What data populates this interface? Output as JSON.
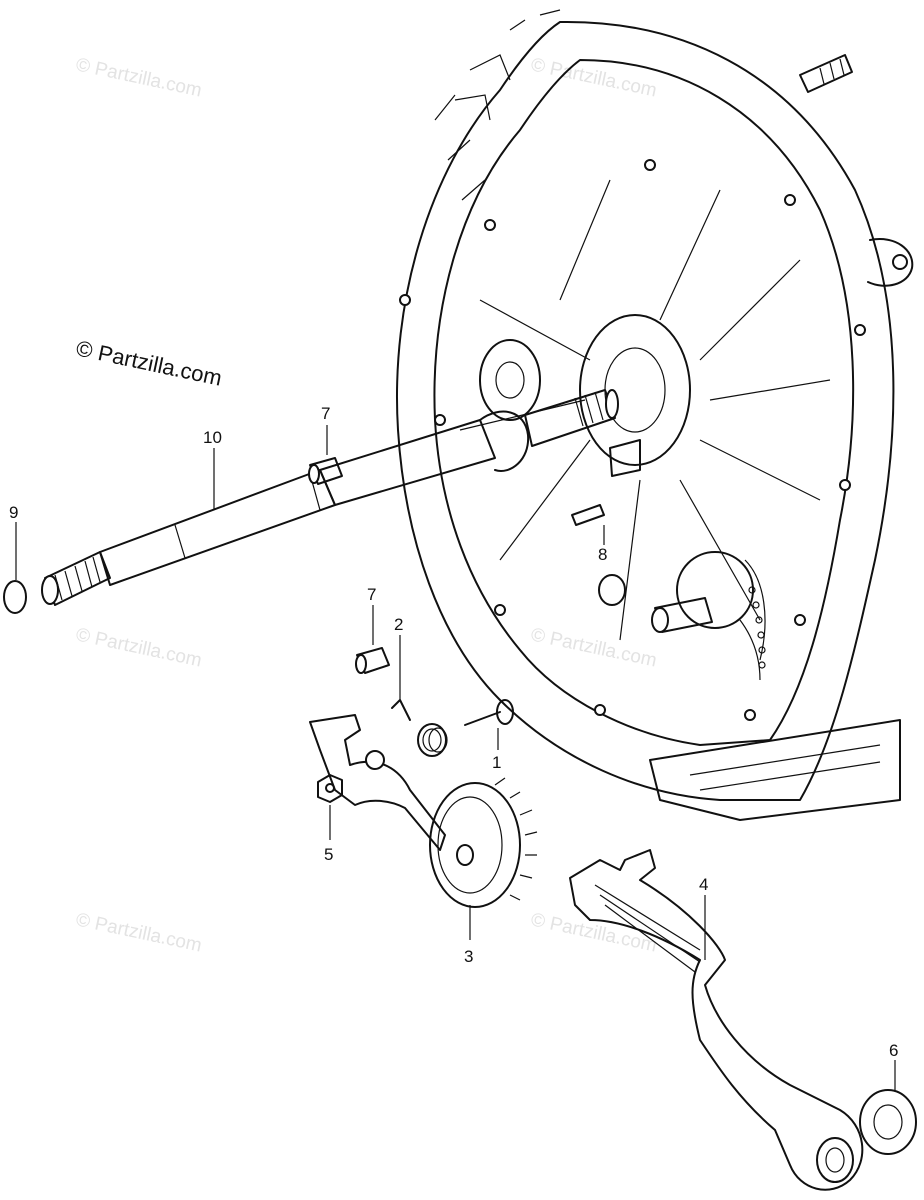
{
  "watermarks": [
    "© Partzilla.com",
    "© Partzilla.com",
    "© Partzilla.com",
    "© Partzilla.com",
    "© Partzilla.com",
    "© Partzilla.com",
    "© Partzilla.com"
  ],
  "callouts": {
    "c1": "1",
    "c2": "2",
    "c3": "3",
    "c4": "4",
    "c5": "5",
    "c6": "6",
    "c7a": "7",
    "c7b": "7",
    "c8": "8",
    "c9": "9",
    "c10": "10"
  },
  "colors": {
    "ink": "#111111",
    "background": "#ffffff",
    "watermark": "#e3e3e3"
  }
}
